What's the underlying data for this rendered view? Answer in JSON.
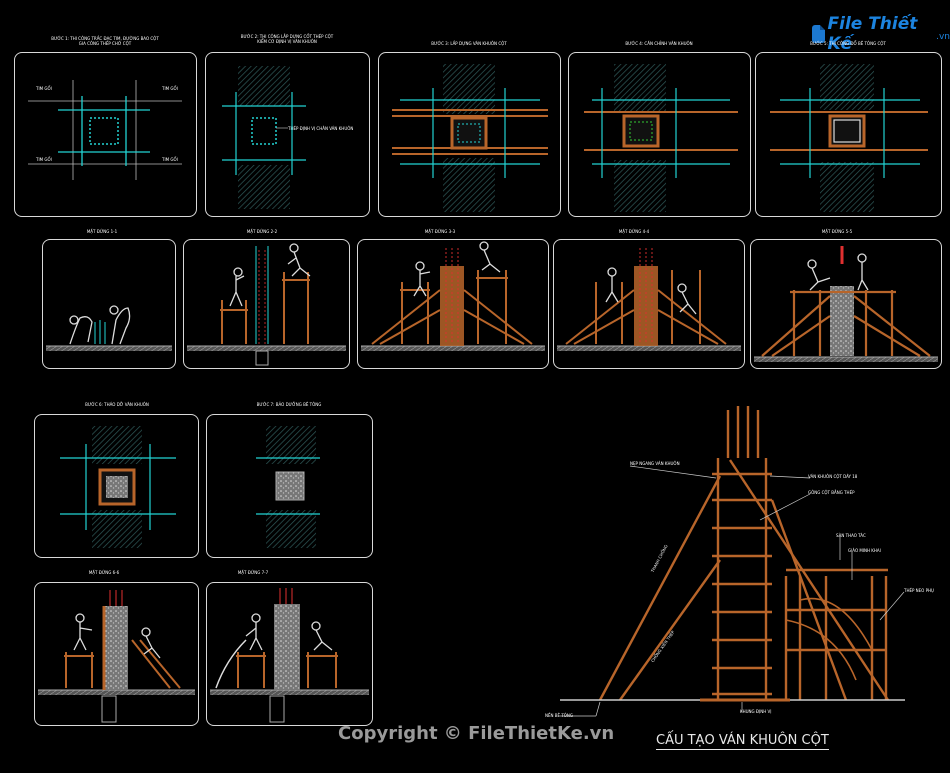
{
  "watermark": {
    "logo_text": "File Thiết Kế",
    "logo_domain": ".vn",
    "copyright": "Copyright © FileThietKe.vn"
  },
  "colors": {
    "frame": "#d9d9d9",
    "steel": "#e03030",
    "formwork": "#b8652a",
    "guide": "#22d3d3",
    "hatch": "#2f5a5a",
    "ground": "#888888"
  },
  "plans_top": [
    {
      "caption": "BƯỚC 1: THI CÔNG TRẮC ĐẠC TIM, ĐƯỜNG BAO CỘT\nGIA CÔNG THÉP CHỜ CỘT",
      "tags": [
        "TIM GỐI",
        "TIM GỐI",
        "TIM GỐI",
        "TIM GỐI"
      ]
    },
    {
      "caption": "BƯỚC 2: THI CÔNG LẮP DỰNG CỐT THÉP CỘT\nKIỂM CƠ ĐỊNH VỊ VÁN KHUÔN",
      "tags": [
        "THÉP ĐỊNH VỊ CHÂN VÁN KHUÔN"
      ]
    },
    {
      "caption": "BƯỚC 3: LẮP DỰNG VÁN KHUÔN CỘT",
      "tags": []
    },
    {
      "caption": "BƯỚC 4: CĂN CHỈNH VÁN KHUÔN",
      "tags": []
    },
    {
      "caption": "BƯỚC 5: THI CÔNG ĐỔ BÊ TÔNG CỘT",
      "tags": []
    }
  ],
  "sections_mid": [
    {
      "caption": "MẶT ĐỨNG 1-1"
    },
    {
      "caption": "MẶT ĐỨNG 2-2"
    },
    {
      "caption": "MẶT ĐỨNG 3-3"
    },
    {
      "caption": "MẶT ĐỨNG 4-4"
    },
    {
      "caption": "MẶT ĐỨNG 5-5"
    }
  ],
  "plans_bottom": [
    {
      "caption": "BƯỚC 6: THÁO DỠ VÁN KHUÔN"
    },
    {
      "caption": "BƯỚC 7: BẢO DƯỠNG BÊ TÔNG"
    }
  ],
  "sections_bottom": [
    {
      "caption": "MẶT ĐỨNG 6-6"
    },
    {
      "caption": "MẶT ĐỨNG 7-7"
    }
  ],
  "detail": {
    "title": "CẤU TẠO VÁN KHUÔN CỘT",
    "labels": {
      "top_left": "NẸP NGANG VÁN KHUÔN",
      "form_panel": "VÁN KHUÔN CỘT DÀY 18",
      "bracing": "GÔNG CỘT BẰNG THÉP",
      "platform": "SÀN THAO TÁC",
      "scaffold": "GIÁO MINH KHAI",
      "prop_right": "THÉP NEO PHỤ",
      "brace_1": "THANH CHỐNG",
      "brace_2": "CHỐNG XIÊN THÉP",
      "ground_left": "NỀN BÊ TÔNG",
      "anchor": "KHUNG ĐỊNH VỊ"
    }
  }
}
